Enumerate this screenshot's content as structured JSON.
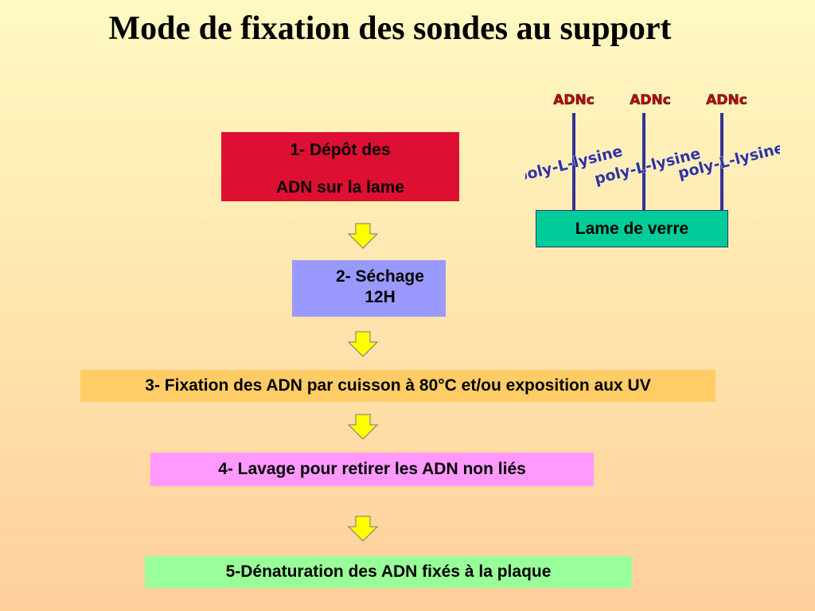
{
  "slide": {
    "title": "Mode de fixation des sondes au support"
  },
  "steps": {
    "step1_line1": "1- Dépôt des",
    "step1_line2": "ADN sur la lame",
    "step2": "2- Séchage 12H",
    "step3": "3- Fixation des ADN par cuisson à 80°C et/ou exposition aux UV",
    "step4": "4- Lavage pour retirer les ADN non liés",
    "step5": "5-Dénaturation des ADN fixés à la plaque"
  },
  "illustration": {
    "probe_labels": [
      "ADNc",
      "ADNc",
      "ADNc"
    ],
    "coating_labels": [
      "poly-L-lysine",
      "poly-L-lysine",
      "poly-L-lysine"
    ],
    "slide_label": "Lame de verre"
  },
  "colors": {
    "step1": "#dd1034",
    "step2": "#9999ff",
    "step3": "#ffcc66",
    "step4": "#ff99ff",
    "step5": "#99ff99",
    "slide": "#00cc99",
    "arrow": "#ffff00",
    "probe_line": "#333399",
    "adnc_text": "#cc0000"
  }
}
